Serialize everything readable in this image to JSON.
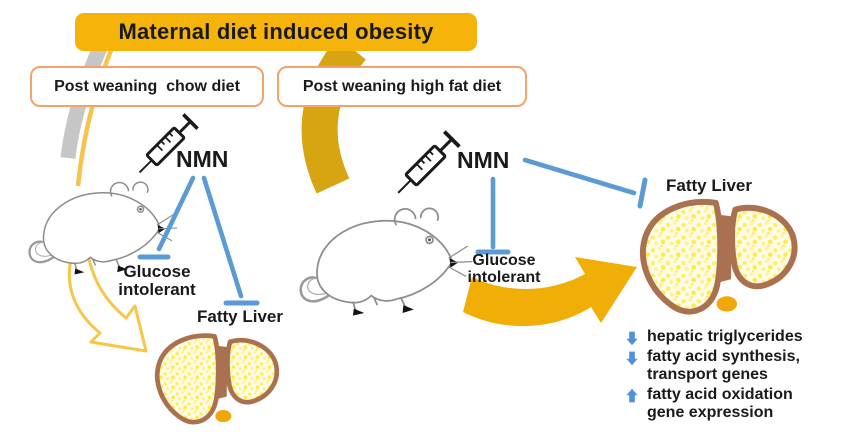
{
  "title": "Maternal diet induced obesity",
  "left_branch": {
    "diet": "Post weaning  chow diet",
    "nmn": "NMN",
    "glucose": "Glucose intolerant",
    "fatty_liver": "Fatty Liver"
  },
  "right_branch": {
    "diet": "Post weaning high fat diet",
    "nmn": "NMN",
    "glucose": "Glucose intolerant",
    "fatty_liver": "Fatty Liver"
  },
  "findings": [
    {
      "direction": "down",
      "text": "hepatic triglycerides"
    },
    {
      "direction": "down",
      "text": "fatty acid synthesis, transport genes"
    },
    {
      "direction": "up",
      "text": "fatty acid oxidation gene expression"
    }
  ],
  "icons": {
    "syringe": "injection-syringe",
    "mouse": "mouse-outline-drawing",
    "liver": "fatty-liver-drawing",
    "inhibition": "blue-t-bar-line",
    "decrease": "blue-down-arrow",
    "increase": "blue-up-arrow"
  },
  "colors": {
    "banner_fill": "#F6B40A",
    "gold_band": "#D7A512",
    "gold_arrow": "#F0AE06",
    "pale_arrow_outline": "#F7C646",
    "diet_box_border": "#F4A269",
    "inhibition_blue": "#5B9BD5",
    "liver_outline": "#A9714F",
    "liver_fill": "#FFFCE8",
    "text": "#1A1A1A"
  }
}
